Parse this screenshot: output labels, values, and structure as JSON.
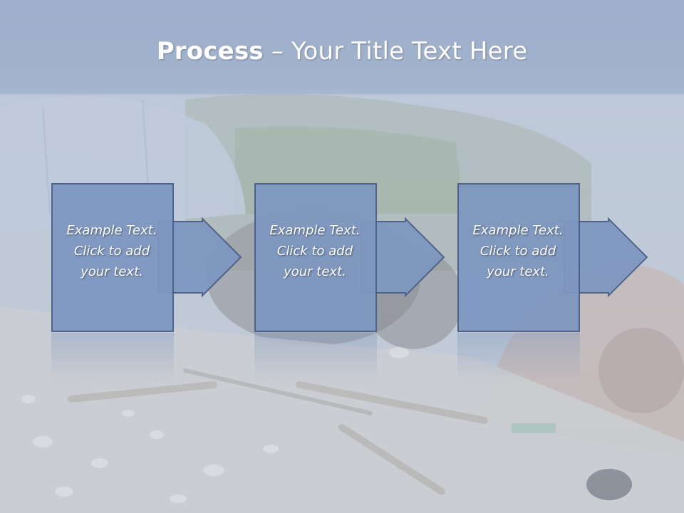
{
  "slide": {
    "title_bold": "Process",
    "title_rest": " – Your Title Text Here",
    "steps": [
      {
        "line1": "Example Text.",
        "line2": "Click  to add",
        "line3": "your text."
      },
      {
        "line1": "Example Text.",
        "line2": "Click  to add",
        "line3": "your text."
      },
      {
        "line1": "Example Text.",
        "line2": "Click  to add",
        "line3": "your text."
      }
    ]
  },
  "colors": {
    "box_fill": "#7f97c0",
    "box_stroke": "#4a5f86",
    "header_top": "#5f7aa8",
    "background_wash": "#c8d3e3"
  }
}
